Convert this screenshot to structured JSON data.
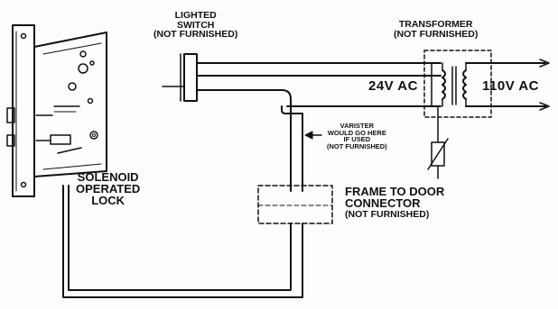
{
  "labels": {
    "lighted_switch": [
      "LIGHTED",
      "SWITCH",
      "(NOT FURNISHED)"
    ],
    "transformer": [
      "TRANSFORMER",
      "(NOT FURNISHED)"
    ],
    "voltage_low": "24V AC",
    "voltage_high": "110V AC",
    "varistor": [
      "VARISTER",
      "WOULD GO HERE",
      "IF USED",
      "(NOT FURNISHED)"
    ],
    "connector": [
      "FRAME TO DOOR",
      "CONNECTOR",
      "(NOT FURNISHED)"
    ],
    "lock": [
      "SOLENOID",
      "OPERATED",
      "LOCK"
    ]
  },
  "colors": {
    "ink": "#111111",
    "paper": "#fdfdfd"
  }
}
